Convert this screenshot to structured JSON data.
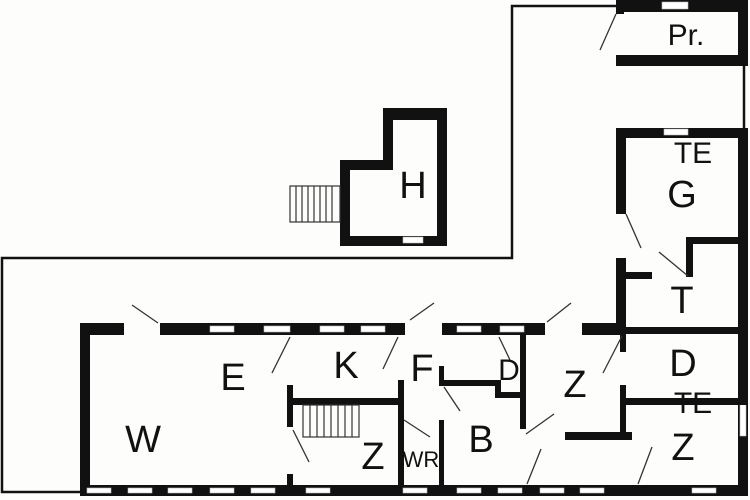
{
  "plan": {
    "rooms": {
      "pr": "Pr.",
      "te_top": "TE",
      "g": "G",
      "t": "T",
      "d_right": "D",
      "te_bottom": "TE",
      "z_right": "Z",
      "h": "H",
      "e": "E",
      "k": "K",
      "f": "F",
      "d_mid": "D",
      "z_mid": "Z",
      "w": "W",
      "z_left": "Z",
      "wr": "WR",
      "b": "B"
    }
  }
}
